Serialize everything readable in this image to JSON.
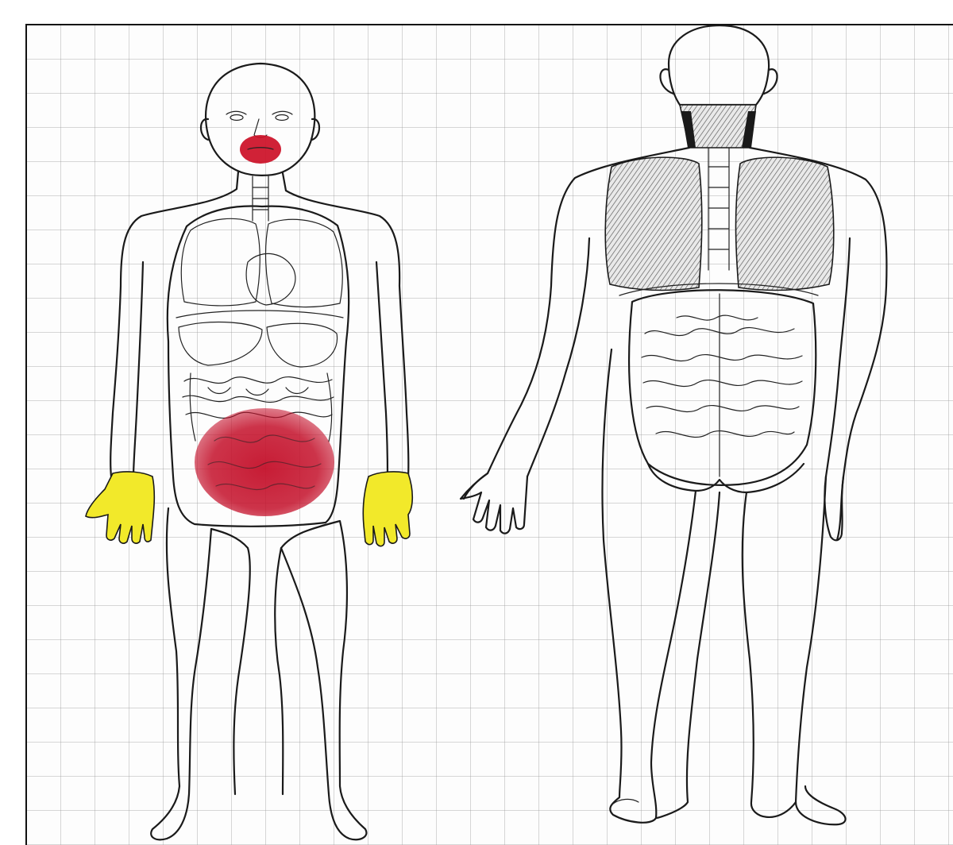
{
  "highlight_colors": {
    "mouth": "#cc0f26",
    "lower_abdomen": "#c4102a",
    "hands": "#f2e92a"
  },
  "highlighted_regions": [
    "mouth",
    "lower-abdomen",
    "left-hand",
    "right-hand"
  ],
  "views": [
    "anterior",
    "posterior"
  ],
  "background": "grid-paper"
}
